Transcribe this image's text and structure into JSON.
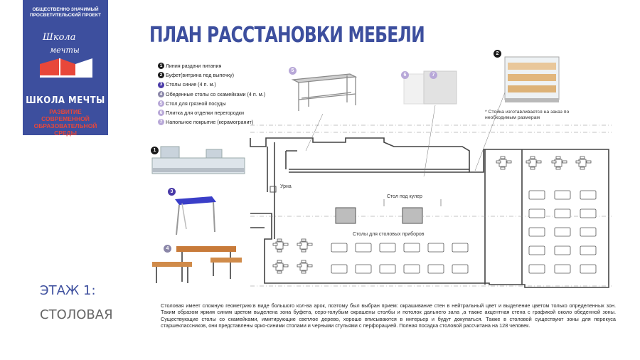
{
  "logo": {
    "top_text": "ОБЩЕСТВЕННО ЗНАЧИМЫЙ ПРОСВЕТИТЕЛЬСКИЙ ПРОЕКТ",
    "mark_text": "Школа мечты",
    "title": "ШКОЛА МЕЧТЫ",
    "subtitle": "РАЗВИТИЕ СОВРЕМЕННОЙ ОБРАЗОВАТЕЛЬНОЙ СРЕДЫ"
  },
  "page_title": "ПЛАН РАССТАНОВКИ МЕБЕЛИ",
  "floor_label": "ЭТАЖ 1:",
  "room_label": "СТОЛОВАЯ",
  "legend": [
    {
      "n": "1",
      "text": "Линия раздачи питания",
      "color": "#1a1a1a"
    },
    {
      "n": "2",
      "text": "Буфет(витрина под выпечку)",
      "color": "#1a1a1a"
    },
    {
      "n": "3",
      "text": "Столы синие (4 п. м.)",
      "color": "#4a3aa8"
    },
    {
      "n": "4",
      "text": "Обеденные столы со скамейками (4 п. м.)",
      "color": "#8a86a8"
    },
    {
      "n": "5",
      "text": "Стол для грязной посуды",
      "color": "#b8a8d8"
    },
    {
      "n": "6",
      "text": "Плитка  для отделки перегородки",
      "color": "#b8a8d8"
    },
    {
      "n": "7",
      "text": "Напольное покрытие (керамогранит)",
      "color": "#b8a8d8"
    }
  ],
  "note": "* Стойка изготавливается на заказ по необходимым размерам",
  "plan_labels": {
    "urn": "Урна",
    "cooler_table": "Стол под кулер",
    "cutlery_tables": "Столы для столовых приборов"
  },
  "description": "Столовая имеет сложную геометрию:в виде большого кол-ва арок, поэтому был выбран прием: окрашивание стен в  нейтральный цвет и выделение цветом  только определенных зон. Таким образом  ярким синим цветом выделена зона буфета, серо-голубым окрашены столбы и потолок дальнего зала ,а также  акцентная стена с графикой около обеденной зоны. Существующие столы со скамейками, имитирующие  светлое дерево, хорошо вписываются в интерьер и будут докупаться. Также в столовой существуют зоны для перекуса старшеклассников, они представлены ярко-синими столами и черными стульями с перфорацией. Полная посадка столовой рассчитана на 128 человек.",
  "colors": {
    "brand_blue": "#3d4f9e",
    "brand_red": "#e8473a"
  }
}
